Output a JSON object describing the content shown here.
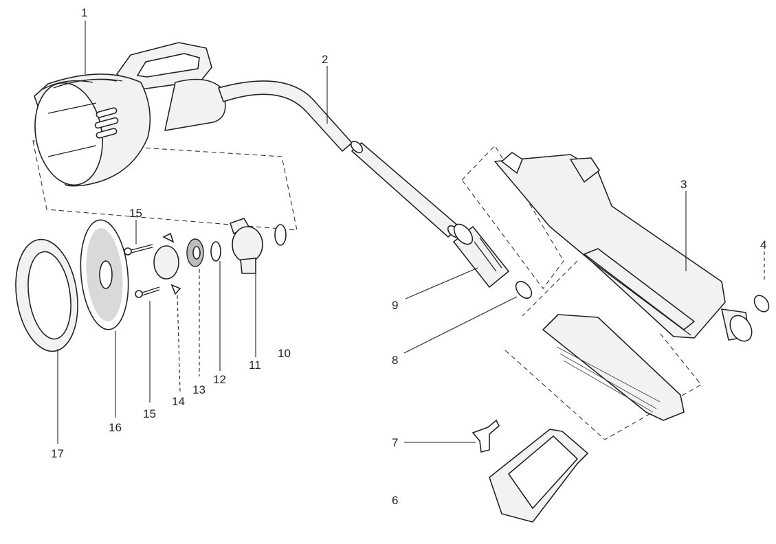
{
  "diagram": {
    "callouts": [
      {
        "id": "1",
        "text": "1"
      },
      {
        "id": "2",
        "text": "2"
      },
      {
        "id": "3",
        "text": "3"
      },
      {
        "id": "4",
        "text": "4"
      },
      {
        "id": "6",
        "text": "6"
      },
      {
        "id": "7",
        "text": "7"
      },
      {
        "id": "8",
        "text": "8"
      },
      {
        "id": "9",
        "text": "9"
      },
      {
        "id": "10",
        "text": "10"
      },
      {
        "id": "11",
        "text": "11"
      },
      {
        "id": "12",
        "text": "12"
      },
      {
        "id": "13",
        "text": "13"
      },
      {
        "id": "14",
        "text": "14"
      },
      {
        "id": "15a",
        "text": "15"
      },
      {
        "id": "15b",
        "text": "15"
      },
      {
        "id": "16",
        "text": "16"
      },
      {
        "id": "17",
        "text": "17"
      }
    ]
  }
}
